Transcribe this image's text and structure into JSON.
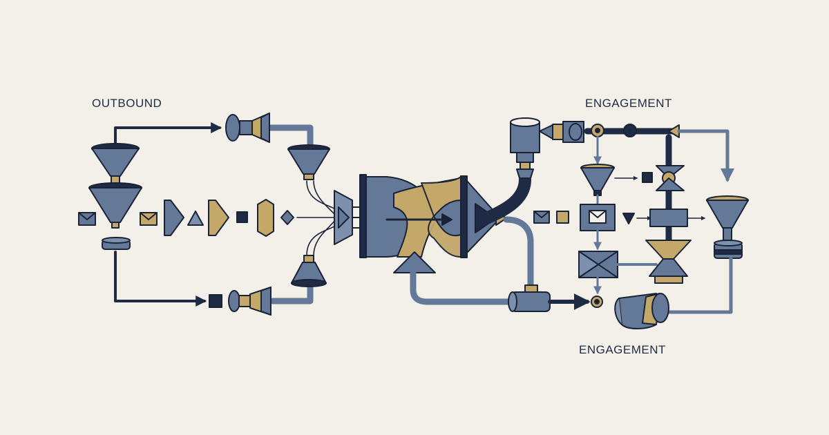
{
  "labels": {
    "outbound": "OUTBOUND",
    "engagement_top": "ENGAGEMENT",
    "engagement_bottom": "ENGAGEMENT"
  },
  "colors": {
    "background": "#f3f0e9",
    "navy": "#1f2b45",
    "slate": "#647898",
    "slate_light": "#7d90ad",
    "gold": "#c3a86a",
    "outline": "#1a2236"
  },
  "icons": [
    "funnel-icon",
    "envelope-icon",
    "disk-icon",
    "megaphone-icon",
    "valve-icon",
    "pipe-icon",
    "cylinder-icon",
    "triangle-icon",
    "hourglass-icon",
    "diamond-icon",
    "arrow-icon"
  ]
}
